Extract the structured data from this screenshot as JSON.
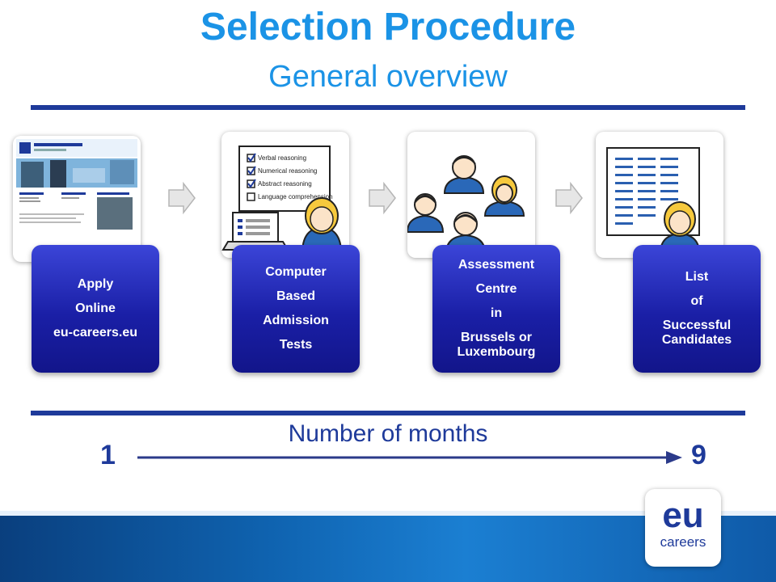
{
  "header": {
    "title": "Selection Procedure",
    "subtitle": "General overview"
  },
  "steps": [
    {
      "lines": [
        "Apply",
        "Online",
        "eu-careers.eu"
      ]
    },
    {
      "lines": [
        "Computer",
        "Based",
        "Admission",
        "Tests"
      ]
    },
    {
      "lines": [
        "Assessment",
        "Centre",
        "in",
        "Brussels or Luxembourg"
      ]
    },
    {
      "lines": [
        "List",
        "of",
        "Successful Candidates"
      ]
    }
  ],
  "checklist": [
    "Verbal reasoning",
    "Numerical reasoning",
    "Abstract reasoning",
    "Language comprehension"
  ],
  "timeline": {
    "label": "Number of months",
    "start": "1",
    "end": "9"
  },
  "logo": {
    "eu": "eu",
    "careers": "careers"
  },
  "colors": {
    "title": "#1b93e6",
    "navy": "#1e3a9a",
    "step_box": "#1a1fa6"
  }
}
